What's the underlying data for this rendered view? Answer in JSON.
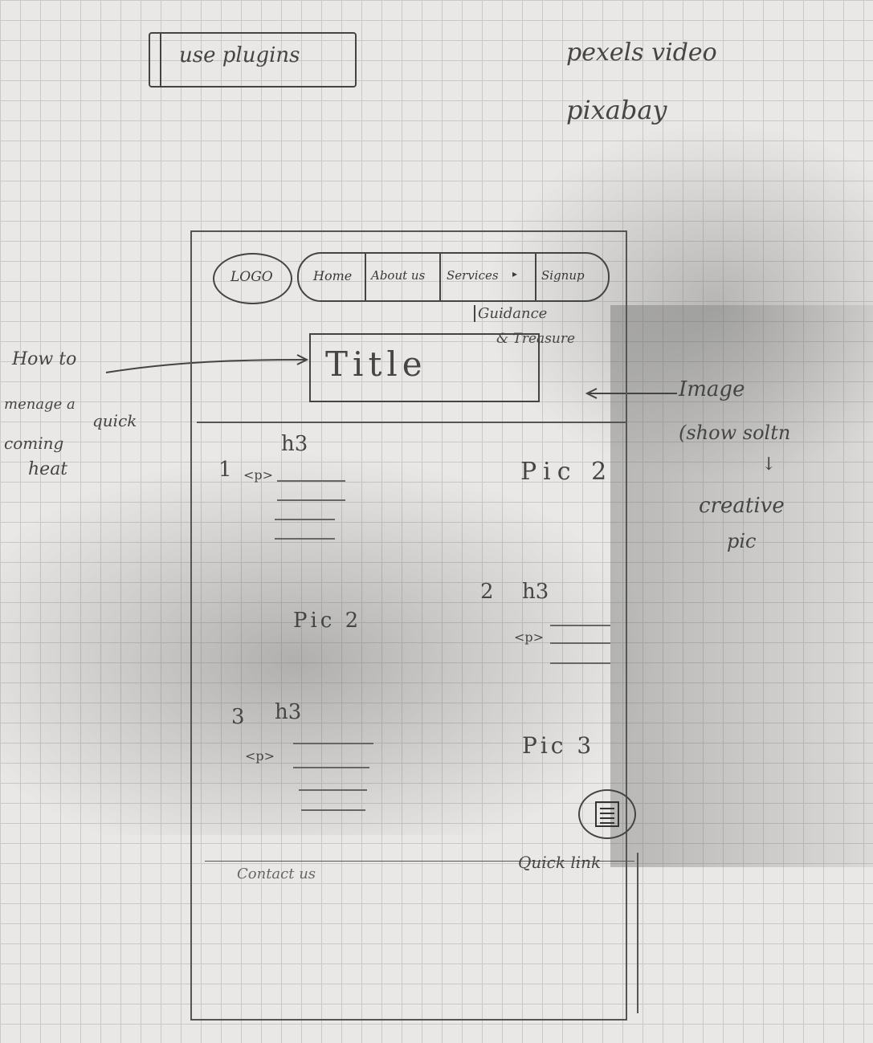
{
  "notes": {
    "plugins": "use plugins",
    "pexels": "pexels video",
    "pixabay": "pixabay",
    "how_to_1": "How to",
    "how_to_2": "menage a",
    "how_to_3": "quick",
    "how_to_4": "coming",
    "how_to_5": "heat",
    "image_1": "Image",
    "image_2": "(show soltn",
    "image_3": "creative",
    "image_4": "pic"
  },
  "header": {
    "logo": "LOGO",
    "nav": [
      "Home",
      "About us",
      "Services",
      "Signup"
    ],
    "dropdown_1": "Guidance",
    "dropdown_2": "& Treasure"
  },
  "hero": {
    "title": "Title"
  },
  "sections": [
    {
      "num": "1",
      "h3": "h3",
      "p": "<p>",
      "pic": "Pic 2"
    },
    {
      "num": "2",
      "h3": "h3",
      "p": "<p>",
      "pic": "Pic 2"
    },
    {
      "num": "3",
      "h3": "h3",
      "p": "<p>",
      "pic": "Pic 3"
    }
  ],
  "footer": {
    "contact": "Contact us",
    "quick_link": "Quick link"
  }
}
